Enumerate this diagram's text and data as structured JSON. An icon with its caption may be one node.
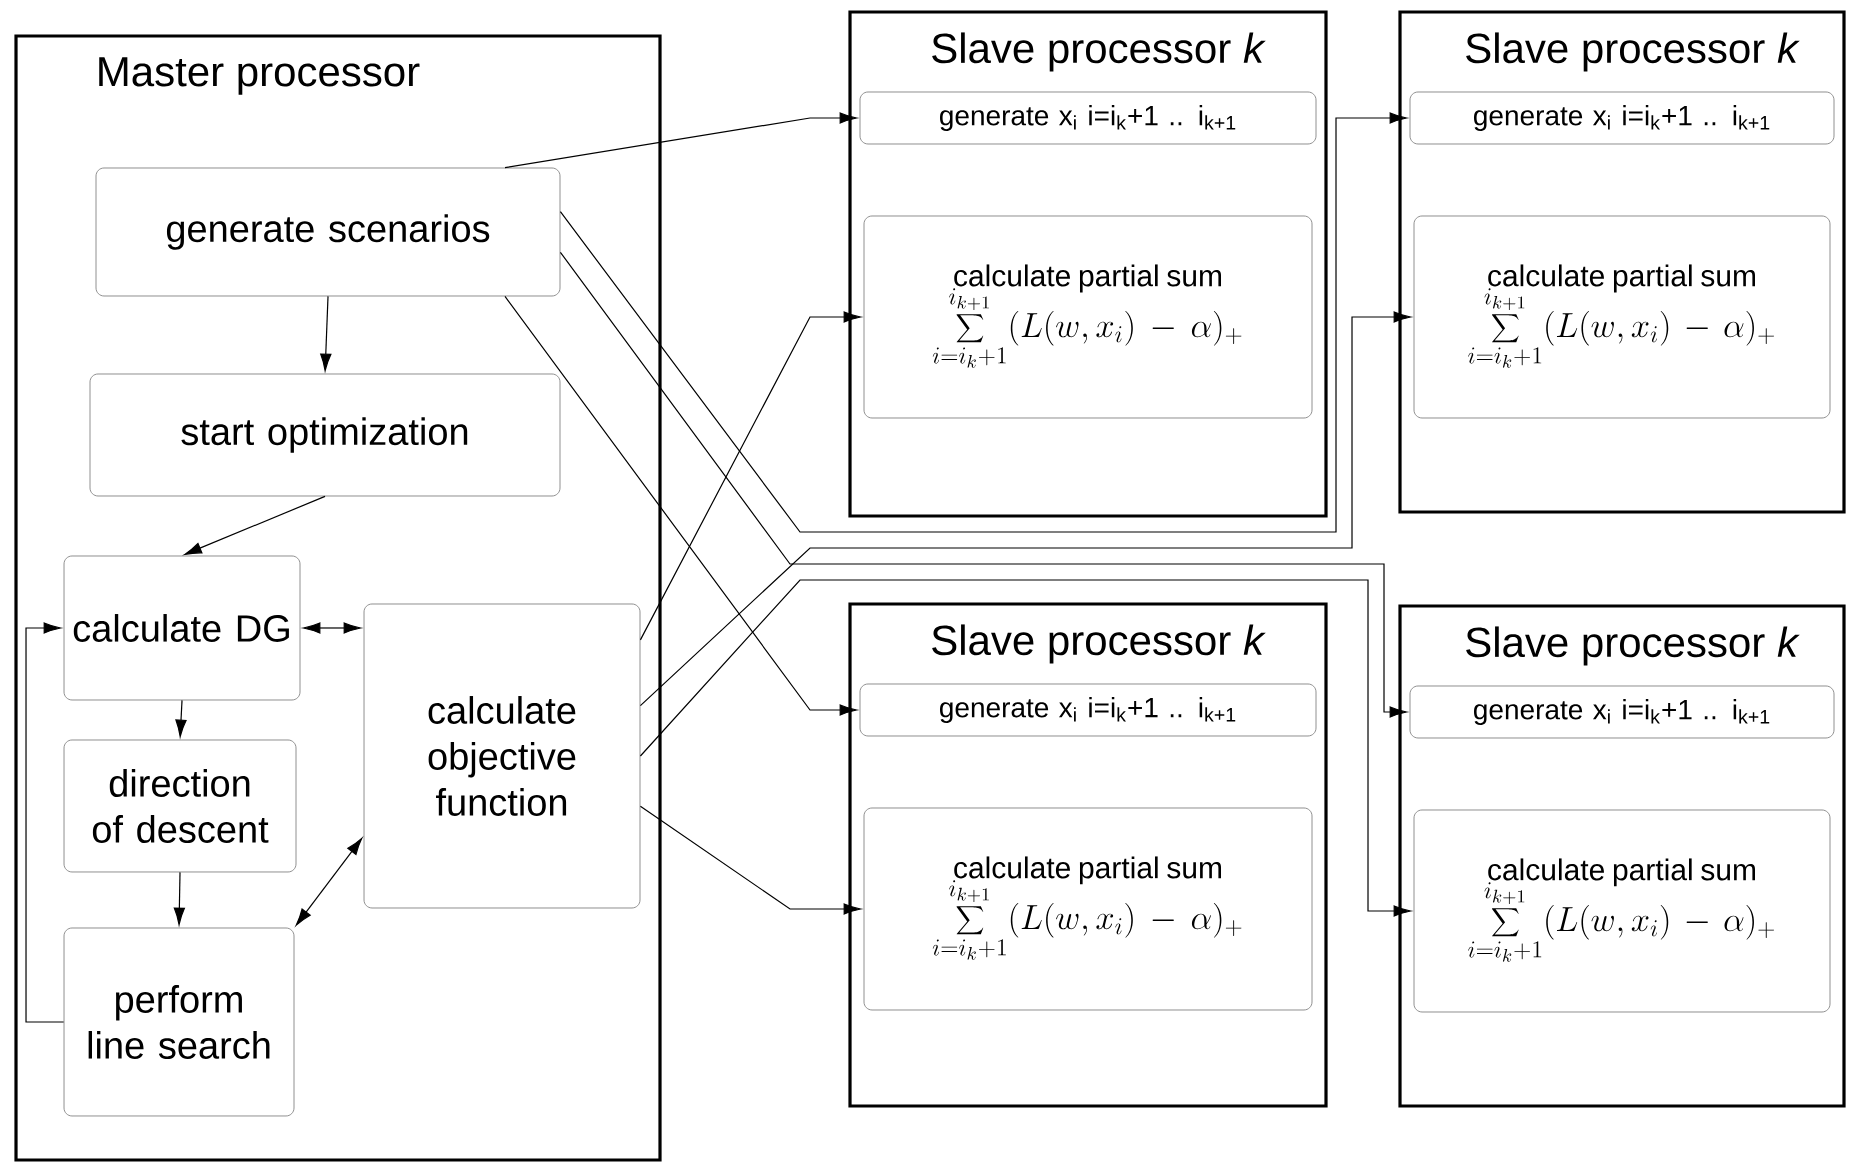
{
  "diagram": {
    "nodes": [
      {
        "text": [
          "Master processor"
        ]
      },
      {
        "text": [
          "generate scenarios"
        ],
        "in": 0
      },
      {
        "text": [
          "start optimization"
        ],
        "in": 0
      },
      {
        "text": [
          "calculate DG"
        ],
        "in": 0
      },
      {
        "text": [
          "direction of descent"
        ],
        "in": 0
      },
      {
        "text": [
          "perform line search"
        ],
        "in": 0
      },
      {
        "text": [
          "calculate objective function"
        ],
        "in": 0
      },
      {
        "text": [
          "Slave processor *k*"
        ]
      },
      {
        "text": [
          "generate x$_{i}$ i=i$_{k}$+1 .. i$_{k+1}$"
        ],
        "in": 7
      },
      {
        "text": [
          "calculate partial sum",
          "\\sum_{i=i_k+1}^{i_{k+1}}(L(w,x_i)-\\alpha)_+"
        ],
        "in": 7
      },
      {
        "text": [
          "Slave processor *k*"
        ]
      },
      {
        "text": [
          "generate x$_{i}$ i=i$_{k}$+1 .. i$_{k+1}$"
        ],
        "in": 10
      },
      {
        "text": [
          "calculate partial sum",
          "\\sum_{i=i_k+1}^{i_{k+1}}(L(w,x_i)-\\alpha)_+"
        ],
        "in": 10
      },
      {
        "text": [
          "Slave processor *k*"
        ]
      },
      {
        "text": [
          "generate x$_{i}$ i=i$_{k}$+1 .. i$_{k+1}$"
        ],
        "in": 13
      },
      {
        "text": [
          "calculate partial sum",
          "\\sum_{i=i_k+1}^{i_{k+1}}(L(w,x_i)-\\alpha)_+"
        ],
        "in": 13
      },
      {
        "text": [
          "Slave processor *k*"
        ]
      },
      {
        "text": [
          "generate x$_{i}$ i=i$_{k}$+1 .. i$_{k+1}$"
        ],
        "in": 16
      },
      {
        "text": [
          "calculate partial sum",
          "\\sum_{i=i_k+1}^{i_{k+1}}(L(w,x_i)-\\alpha)_+"
        ],
        "in": 16
      }
    ],
    "edges": [
      {
        "from": 1,
        "to": 2,
        "arrow": "to"
      },
      {
        "from": 2,
        "to": 3,
        "arrow": "to"
      },
      {
        "from": 3,
        "to": 6,
        "arrow": "both"
      },
      {
        "from": 3,
        "to": 4,
        "arrow": "to"
      },
      {
        "from": 4,
        "to": 5,
        "arrow": "to"
      },
      {
        "from": 6,
        "to": 5,
        "arrow": "both"
      },
      {
        "from": 5,
        "to": 3,
        "arrow": "to"
      },
      {
        "from": 1,
        "to": 8,
        "arrow": "to"
      },
      {
        "from": 1,
        "to": 11,
        "arrow": "to"
      },
      {
        "from": 1,
        "to": 14,
        "arrow": "to"
      },
      {
        "from": 1,
        "to": 17,
        "arrow": "to"
      },
      {
        "from": 6,
        "to": 9,
        "arrow": "to"
      },
      {
        "from": 6,
        "to": 12,
        "arrow": "to"
      },
      {
        "from": 6,
        "to": 15,
        "arrow": "to"
      },
      {
        "from": 6,
        "to": 18,
        "arrow": "to"
      }
    ]
  }
}
